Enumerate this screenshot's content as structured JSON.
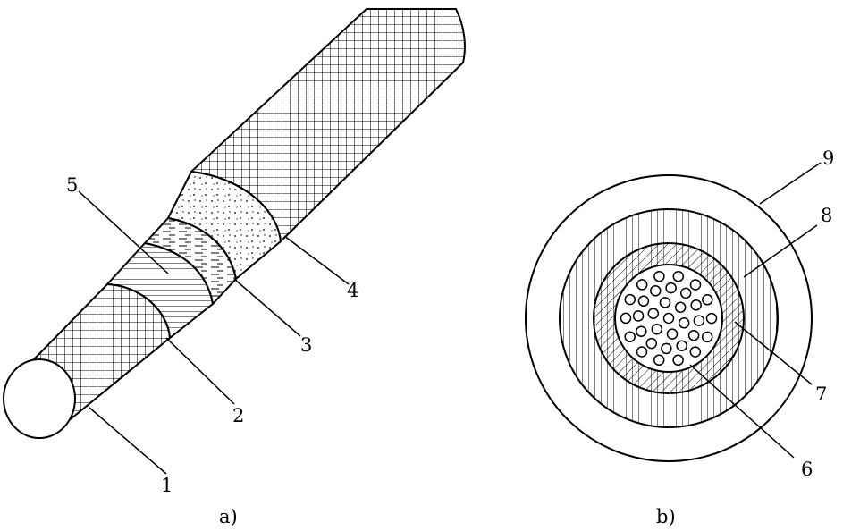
{
  "labels": {
    "l1": "1",
    "l2": "2",
    "l3": "3",
    "l4": "4",
    "l5": "5",
    "l6": "6",
    "l7": "7",
    "l8": "8",
    "l9": "9"
  },
  "captions": {
    "a": "a)",
    "b": "b)"
  },
  "colors": {
    "ink": "#000000",
    "paper": "#ffffff"
  }
}
